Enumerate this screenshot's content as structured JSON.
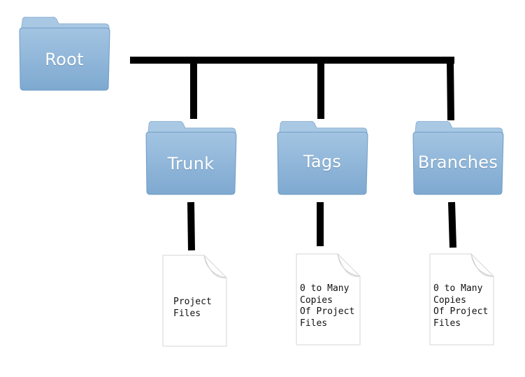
{
  "diagram": {
    "root": {
      "label": "Root"
    },
    "children": [
      {
        "label": "Trunk",
        "document_text": "Project\nFiles"
      },
      {
        "label": "Tags",
        "document_text": "0 to Many\nCopies\nOf Project\nFiles"
      },
      {
        "label": "Branches",
        "document_text": "0 to Many\nCopies\nOf Project\nFiles"
      }
    ]
  },
  "colors": {
    "folder_body": "#8fb6d9",
    "folder_body_dark": "#6f9cc4",
    "folder_tab": "#a9c8e4",
    "connector": "#000000",
    "document_fill": "#ffffff",
    "document_border": "#d9d9d9"
  },
  "icons": [
    "folder-icon",
    "document-icon"
  ]
}
